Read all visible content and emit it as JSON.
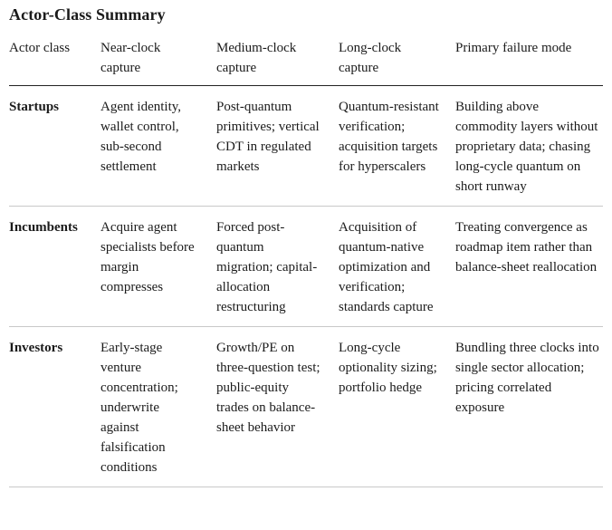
{
  "title": "Actor-Class Summary",
  "colors": {
    "text": "#1b1b1b",
    "header_rule": "#222222",
    "row_rule": "#c9c9c9",
    "background": "#ffffff"
  },
  "table": {
    "headers": [
      "Actor class",
      "Near-clock capture",
      "Medium-clock capture",
      "Long-clock capture",
      "Primary failure mode"
    ],
    "rows": [
      {
        "cells": [
          "Startups",
          "Agent identity, wallet control, sub-second settlement",
          "Post-quantum primitives; vertical CDT in regulated markets",
          "Quantum-resistant verification; acquisition targets for hyperscalers",
          "Building above commodity layers without proprietary data; chasing long-cycle quantum on short runway"
        ]
      },
      {
        "cells": [
          "Incumbents",
          "Acquire agent specialists before margin compresses",
          "Forced post-quantum migration; capital-allocation restructuring",
          "Acquisition of quantum-native optimization and verification; standards capture",
          "Treating convergence as roadmap item rather than balance-sheet reallocation"
        ]
      },
      {
        "cells": [
          "Investors",
          "Early-stage venture concentration; underwrite against falsification conditions",
          "Growth/PE on three-question test; public-equity trades on balance-sheet behavior",
          "Long-cycle optionality sizing; portfolio hedge",
          "Bundling three clocks into single sector allocation; pricing correlated exposure"
        ]
      }
    ]
  }
}
